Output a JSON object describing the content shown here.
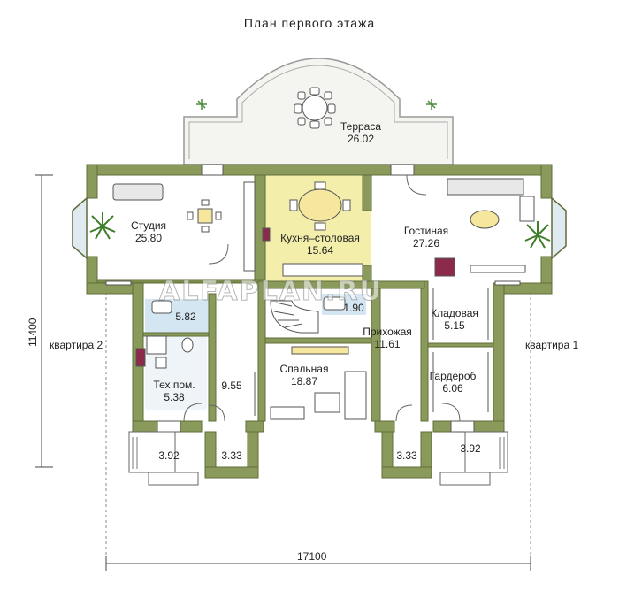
{
  "title": "План первого этажа",
  "dimensions": {
    "width": "17100",
    "height": "11400"
  },
  "neighbors": {
    "left": "квартира  2",
    "right": "квартира  1"
  },
  "watermark": "ALFAPLAN.RU",
  "rooms": [
    {
      "name": "Терраса",
      "area": "26.02"
    },
    {
      "name": "Студия",
      "area": "25.80"
    },
    {
      "name": "Кухня–столовая",
      "area": "15.64"
    },
    {
      "name": "Гостиная",
      "area": "27.26"
    },
    {
      "name": "",
      "area": "5.82"
    },
    {
      "name": "",
      "area": "1.90"
    },
    {
      "name": "Кладовая",
      "area": "5.15"
    },
    {
      "name": "Прихожая",
      "area": "11.61"
    },
    {
      "name": "Гардероб",
      "area": "6.06"
    },
    {
      "name": "Тех пом.",
      "area": "5.38"
    },
    {
      "name": "",
      "area": "9.55"
    },
    {
      "name": "Спальная",
      "area": "18.87"
    },
    {
      "name": "",
      "area": "3.92"
    },
    {
      "name": "",
      "area": "3.33"
    },
    {
      "name": "",
      "area": "3.33"
    },
    {
      "name": "",
      "area": "3.92"
    }
  ],
  "colors": {
    "wall": "#8a9a5b",
    "wall_dark": "#6f7f45",
    "kitchen": "#f3eeaa",
    "bath": "#d4e6f2",
    "floor": "#ffffff",
    "window": "#dfeaf1",
    "stair": "#ffffff"
  }
}
